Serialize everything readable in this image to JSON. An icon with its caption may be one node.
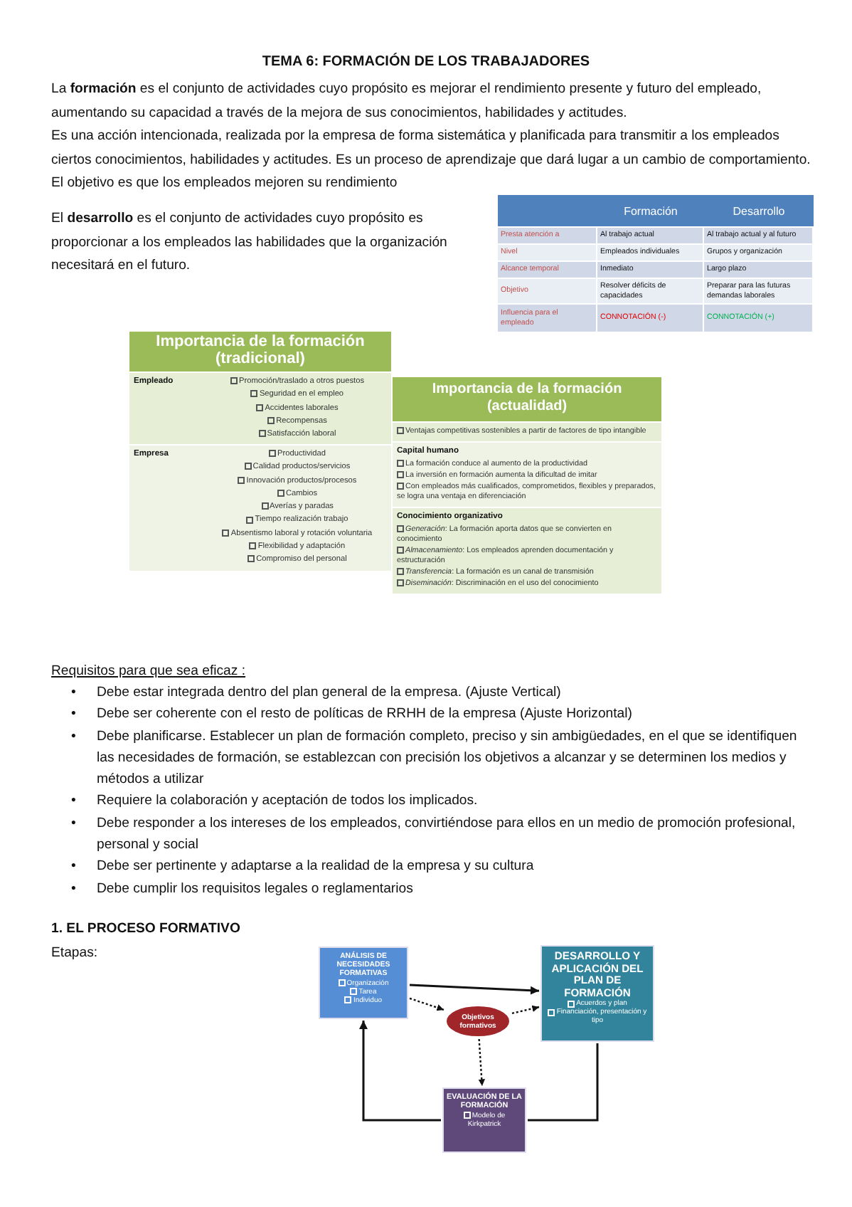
{
  "diagram": {
    "title": "TEMA 6: FORMACIÓN DE LOS TRABAJADORES",
    "nodes": [
      {
        "text": [
          "ANÁLISIS DE NECESIDADES FORMATIVAS",
          "Organización",
          "Tarea",
          "Individuo"
        ]
      },
      {
        "text": [
          "DESARROLLO Y APLICACIÓN DEL PLAN DE FORMACIÓN",
          "Acuerdos y plan",
          "Financiación, presentación y tipo"
        ]
      },
      {
        "text": [
          "Objetivos formativos"
        ]
      },
      {
        "text": [
          "EVALUACIÓN DE LA FORMACIÓN",
          "Modelo de Kirkpatrick"
        ]
      }
    ],
    "edges": [
      {
        "from": 0,
        "to": 1,
        "arrow": "to"
      },
      {
        "from": 0,
        "to": 2,
        "arrow": "to",
        "style": "dashed"
      },
      {
        "from": 2,
        "to": 1,
        "arrow": "to",
        "style": "dashed"
      },
      {
        "from": 2,
        "to": 3,
        "arrow": "to",
        "style": "dashed"
      },
      {
        "from": 1,
        "to": 3,
        "arrow": "none"
      },
      {
        "from": 3,
        "to": 0,
        "arrow": "to"
      }
    ],
    "labels": [
      "La **formación** es el conjunto de actividades cuyo propósito es mejorar el rendimiento presente y futuro del empleado, aumentando su capacidad a través de la mejora de sus conocimientos, habilidades y actitudes.",
      "Es una acción intencionada, realizada por la empresa de forma sistemática y planificada para transmitir a los empleados ciertos conocimientos, habilidades y actitudes. Es un proceso de aprendizaje que dará lugar a un cambio de comportamiento. El objetivo es que los empleados mejoren su rendimiento",
      "El **desarrollo** es el conjunto de actividades cuyo propósito es proporcionar a los empleados las habilidades que la organización necesitará en el futuro.",
      "Formación",
      "Desarrollo",
      "Presta atención a",
      "Al trabajo actual",
      "Al trabajo actual y al futuro",
      "Nivel",
      "Empleados individuales",
      "Grupos y organización",
      "Alcance temporal",
      "Inmediato",
      "Largo plazo",
      "Objetivo",
      "Resolver déficits de capacidades",
      "Preparar para las futuras demandas laborales",
      "Influencia para el empleado",
      "CONNOTACIÓN (-)",
      "CONNOTACIÓN (+)",
      "Importancia de la formación (tradicional)",
      "Empleado",
      "Promoción/traslado a otros puestos",
      "Seguridad en el empleo",
      "Accidentes laborales",
      "Recompensas",
      "Satisfacción laboral",
      "Empresa",
      "Productividad",
      "Calidad productos/servicios",
      "Innovación productos/procesos",
      "Cambios",
      "Averías y paradas",
      "Tiempo realización trabajo",
      "Absentismo laboral y rotación voluntaria",
      "Flexibilidad y adaptación",
      "Compromiso del personal",
      "Importancia de la formación (actualidad)",
      "Ventajas competitivas sostenibles a partir de factores de tipo intangible",
      "Capital humano",
      "La formación conduce al aumento de la productividad",
      "La inversión en formación aumenta la dificultad de imitar",
      "Con empleados más cualificados, comprometidos, flexibles y preparados, se logra una ventaja en diferenciación",
      "Conocimiento organizativo",
      "*Generación*: La formación aporta datos que se convierten en conocimiento",
      "*Almacenamiento*: Los empleados aprenden documentación y estructuración",
      "*Transferencia*: La formación es un canal de transmisión",
      "*Diseminación*: Discriminación en el uso del conocimiento",
      "Requisitos para que sea eficaz :",
      "•",
      "Debe estar integrada dentro del plan general de la empresa. (Ajuste Vertical)",
      "•",
      "Debe ser coherente con el resto de políticas de RRHH de la empresa (Ajuste Horizontal)",
      "•",
      "Debe planificarse. Establecer un plan de formación completo, preciso y sin ambigüedades, en el que se identifiquen las necesidades de formación, se establezcan con precisión los objetivos a alcanzar y se determinen los medios y métodos a utilizar",
      "•",
      "Requiere la colaboración y aceptación de todos los implicados.",
      "•",
      "Debe responder a los intereses de los empleados, convirtiéndose para ellos en un medio de promoción profesional, personal y social",
      "•",
      "Debe ser pertinente y adaptarse a la realidad de la empresa y su cultura",
      "•",
      "Debe cumplir los requisitos legales o reglamentarios",
      "1. EL PROCESO FORMATIVO",
      "Etapas:"
    ]
  }
}
